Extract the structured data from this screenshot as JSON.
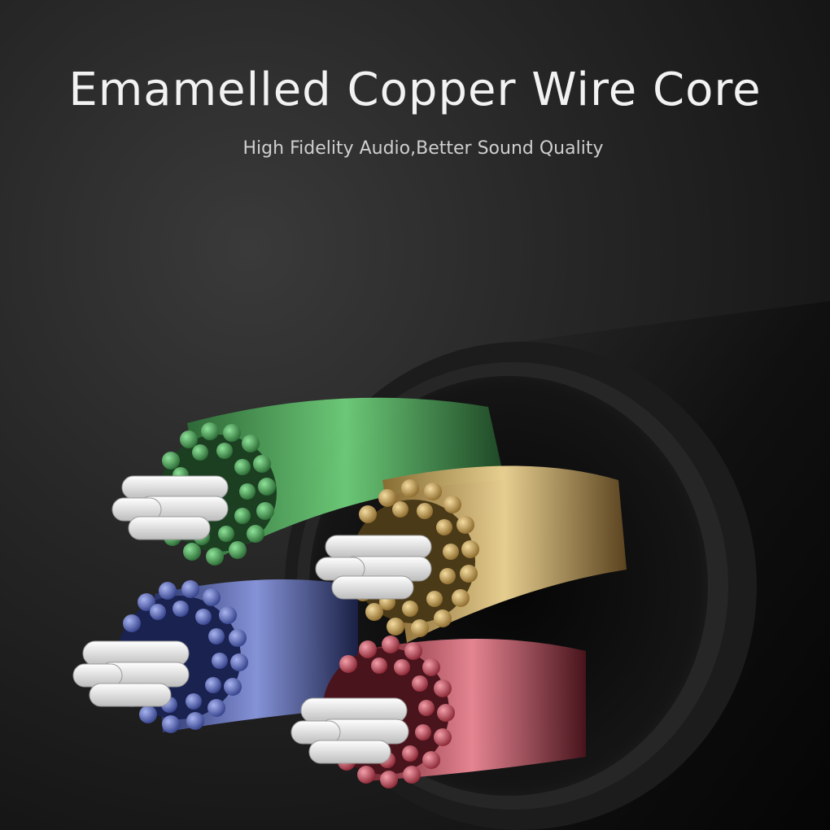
{
  "banner": {
    "title": "Emamelled Copper Wire Core",
    "subtitle": "High Fidelity Audio,Better Sound Quality"
  },
  "image": {
    "subject": "cable-cross-section",
    "background_color": "#1a1a1a",
    "jacket_color": "#0c0c0c",
    "strand_colors": [
      "#3f8f4a",
      "#c8a45a",
      "#4a5aa8",
      "#b83a4a"
    ],
    "core_color": "#e8e8e8"
  }
}
